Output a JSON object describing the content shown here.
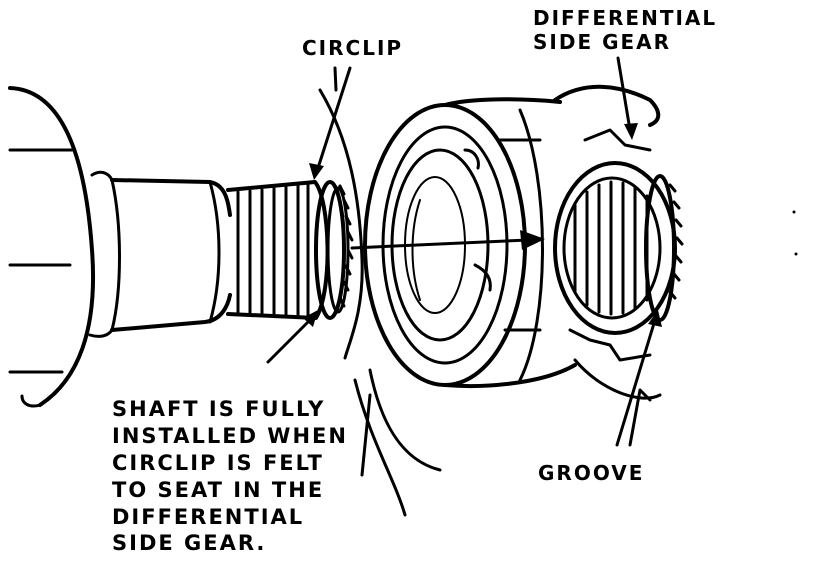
{
  "labels": {
    "circlip": "CIRCLIP",
    "differential_side_gear": [
      "DIFFERENTIAL",
      "SIDE GEAR"
    ],
    "groove": "GROOVE",
    "note": [
      "SHAFT IS FULLY",
      "INSTALLED WHEN",
      "CIRCLIP IS FELT",
      "TO SEAT IN THE",
      "DIFFERENTIAL",
      "SIDE GEAR."
    ]
  },
  "colors": {
    "ink": "#000000",
    "paper": "#ffffff"
  }
}
